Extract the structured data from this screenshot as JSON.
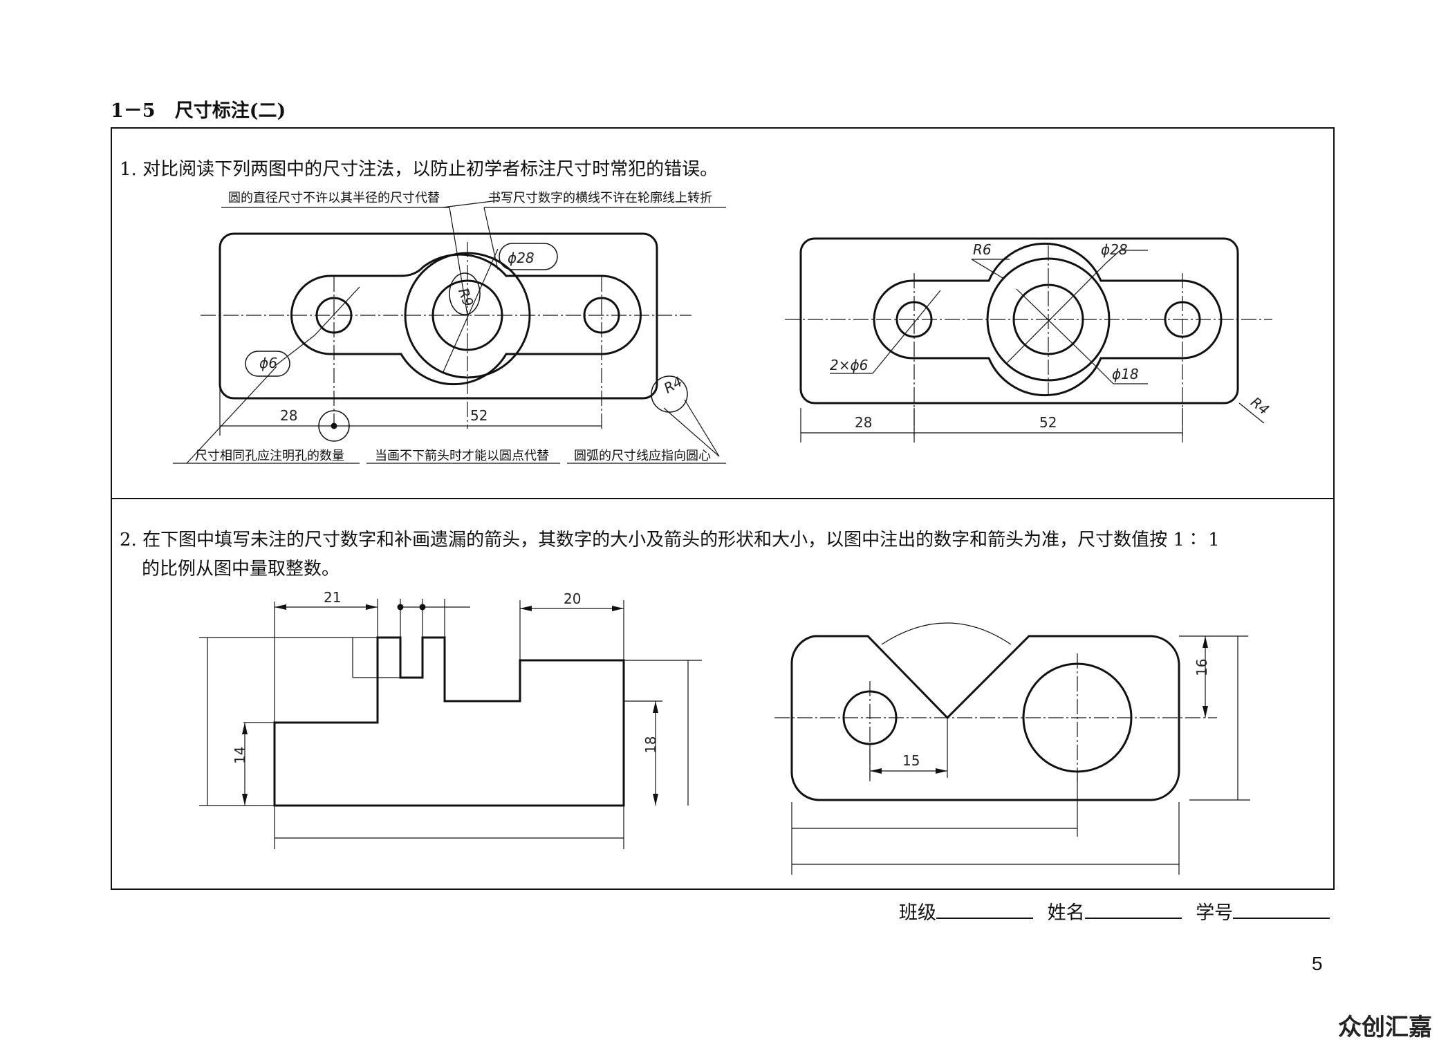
{
  "heading": {
    "number": "1－5",
    "title": "尺寸标注(二)"
  },
  "q1": {
    "text": "1. 对比阅读下列两图中的尺寸注法，以防止初学者标注尺寸时常犯的错误。",
    "notes": {
      "top_left": "圆的直径尺寸不许以其半径的尺寸代替",
      "top_right": "书写尺寸数字的横线不许在轮廓线上转折",
      "bottom_left": "尺寸相同孔应注明孔的数量",
      "bottom_mid": "当画不下箭头时才能以圆点代替",
      "bottom_right": "圆弧的尺寸线应指向圆心"
    },
    "wrong_dims": {
      "phi28": "ϕ28",
      "r9": "R9",
      "phi6": "ϕ6",
      "r4": "R4",
      "d28": "28",
      "d52": "52"
    },
    "right_dims": {
      "r6": "R6",
      "phi28": "ϕ28",
      "two_phi6": "2×ϕ6",
      "phi18": "ϕ18",
      "r4": "R4",
      "d28": "28",
      "d52": "52"
    }
  },
  "q2": {
    "text_line1": "2. 在下图中填写未注的尺寸数字和补画遗漏的箭头，其数字的大小及箭头的形状和大小，以图中注出的数字和箭头为准，尺寸数值按 1∶ 1",
    "text_line2": "的比例从图中量取整数。",
    "left_dims": {
      "d21": "21",
      "d20": "20",
      "d14": "14",
      "d18": "18"
    },
    "right_dims": {
      "d16": "16",
      "d15": "15"
    }
  },
  "footer": {
    "class_label": "班级",
    "name_label": "姓名",
    "id_label": "学号"
  },
  "page_number": "5",
  "watermark": "众创汇嘉"
}
